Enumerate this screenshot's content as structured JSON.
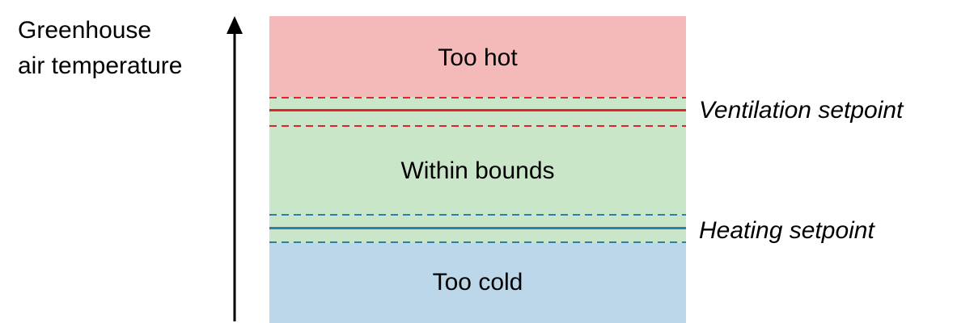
{
  "axis": {
    "label_line1": "Greenhouse",
    "label_line2": "air temperature"
  },
  "zones": {
    "hot": {
      "label": "Too hot",
      "color": "#f4b9b9"
    },
    "ok": {
      "label": "Within bounds",
      "color": "#cae6c9"
    },
    "cold": {
      "label": "Too cold",
      "color": "#bdd7ea"
    }
  },
  "setpoints": {
    "ventilation": {
      "label": "Ventilation setpoint",
      "color": "#e0252a"
    },
    "heating": {
      "label": "Heating setpoint",
      "color": "#2e7db2"
    }
  }
}
